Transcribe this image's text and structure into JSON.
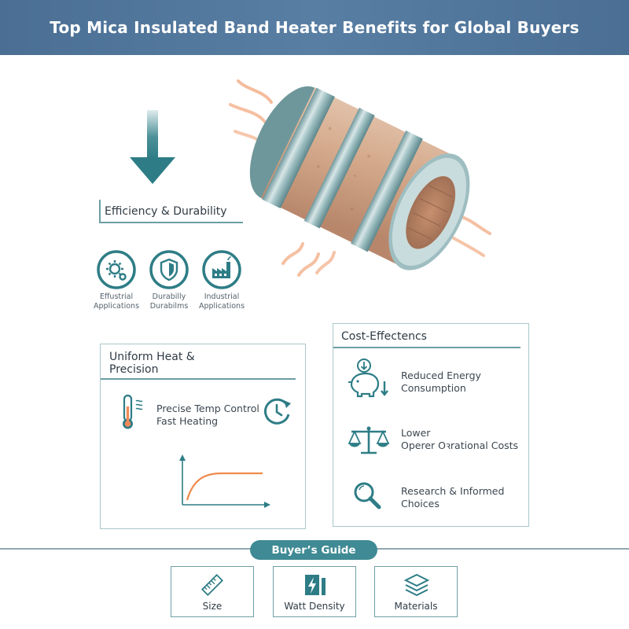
{
  "header": {
    "title": "Top Mica Insulated Band Heater Benefits for Global Buyers"
  },
  "efficiency": {
    "heading": "Efficiency & Durability",
    "icons": [
      {
        "icon": "gear-icon",
        "line1": "Effustrial",
        "line2": "Applications"
      },
      {
        "icon": "shield-icon",
        "line1": "Durabilly",
        "line2": "Durabilms"
      },
      {
        "icon": "factory-icon",
        "line1": "Industrial",
        "line2": "Applications"
      }
    ]
  },
  "uniform": {
    "heading_line1": "Uniform Heat &",
    "heading_line2": "Precision",
    "line1": "Precise Temp Control",
    "line2": "Fast Heating"
  },
  "cost": {
    "heading": "Cost-Effectencs",
    "items": [
      {
        "icon": "piggy-bank-icon",
        "line1": "Reduced Energy",
        "line2": "Consumption"
      },
      {
        "icon": "scales-icon",
        "line1": "Lower",
        "line2": "Operer Oꝛrational Costs"
      },
      {
        "icon": "magnifier-icon",
        "line1": "Research & Informed",
        "line2": "Choices"
      }
    ]
  },
  "guide": {
    "title": "Buyer’s Guide",
    "cards": [
      {
        "icon": "ruler-icon",
        "label": "Size"
      },
      {
        "icon": "battery-bolt-icon",
        "label": "Watt Density"
      },
      {
        "icon": "layers-icon",
        "label": "Materials"
      }
    ]
  },
  "colors": {
    "banner": "#4b6f94",
    "accent": "#2e7d86",
    "heat": "#f0a070",
    "copper": "#c08a6a",
    "steel": "#8fb3b7"
  }
}
